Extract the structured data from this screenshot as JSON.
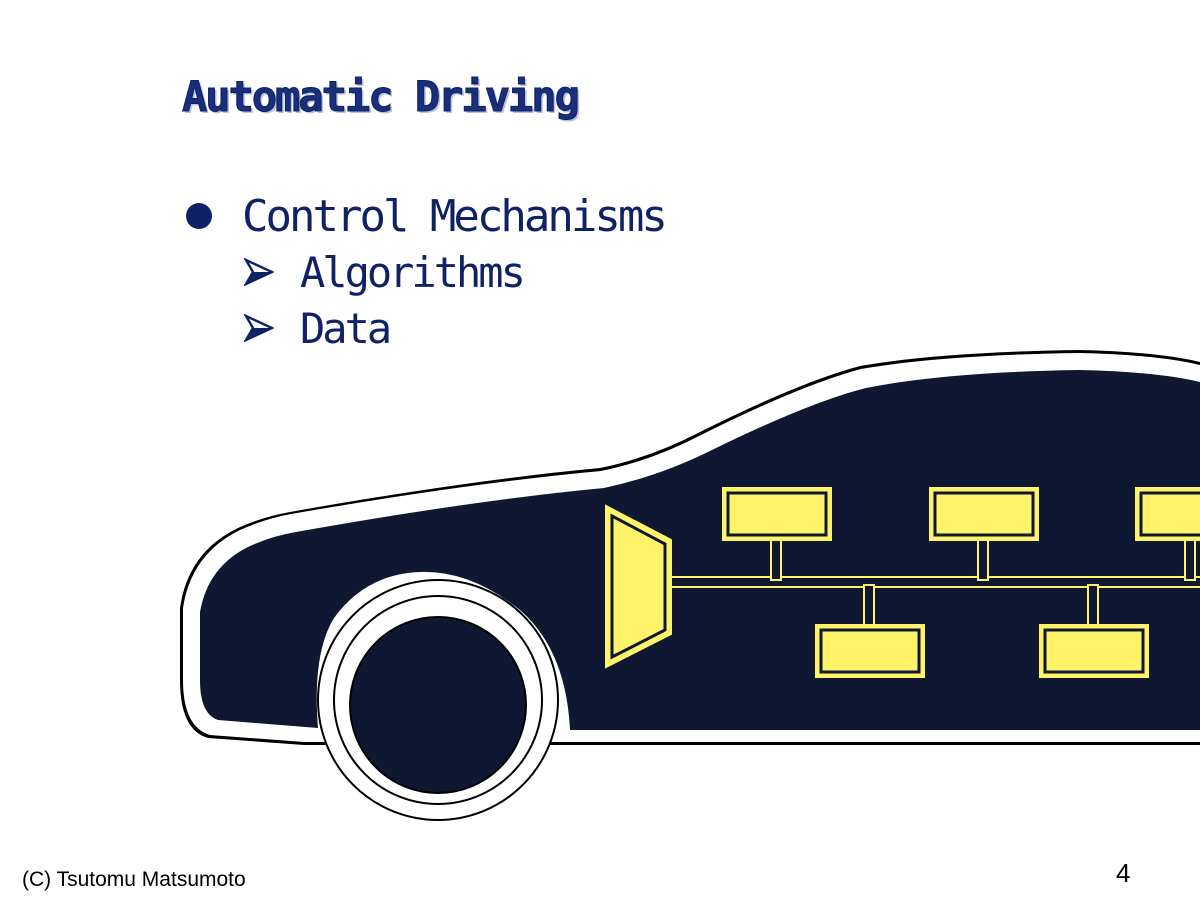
{
  "slide": {
    "title": "Automatic Driving",
    "bullets": [
      {
        "text": "Control Mechanisms",
        "sub_items": [
          "Algorithms",
          "Data"
        ]
      }
    ],
    "footer": "(C) Tsutomu Matsumoto",
    "page_number": "4"
  },
  "illustration": {
    "subject": "car-silhouette-with-control-network",
    "colors": {
      "body": "#0f1733",
      "outline": "#ffffff",
      "modules": "#fff36a",
      "module_border": "#c8b800"
    }
  },
  "icons": {
    "bullet": "filled-circle",
    "sub_bullet": "arrowhead"
  }
}
